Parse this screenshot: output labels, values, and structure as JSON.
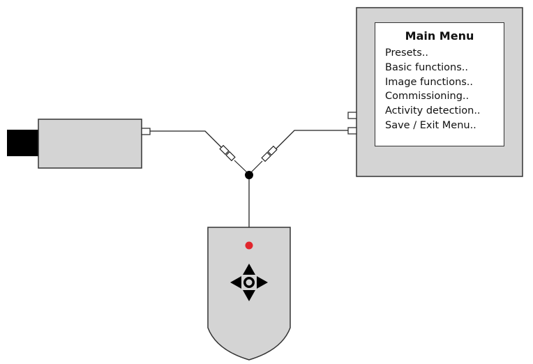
{
  "monitor": {
    "menu": {
      "title": "Main Menu",
      "items": [
        {
          "label": "Presets.."
        },
        {
          "label": "Basic functions.."
        },
        {
          "label": "Image functions.."
        },
        {
          "label": "Commissioning.."
        },
        {
          "label": "Activity detection.."
        },
        {
          "label": "Save / Exit Menu.."
        }
      ]
    }
  },
  "colors": {
    "device_fill": "#d4d4d4",
    "outline": "#333333",
    "lens": "#000000",
    "led": "#e1262d"
  },
  "icons": {
    "joystick": "four-way-arrow-icon",
    "led": "red-indicator-led-icon"
  }
}
